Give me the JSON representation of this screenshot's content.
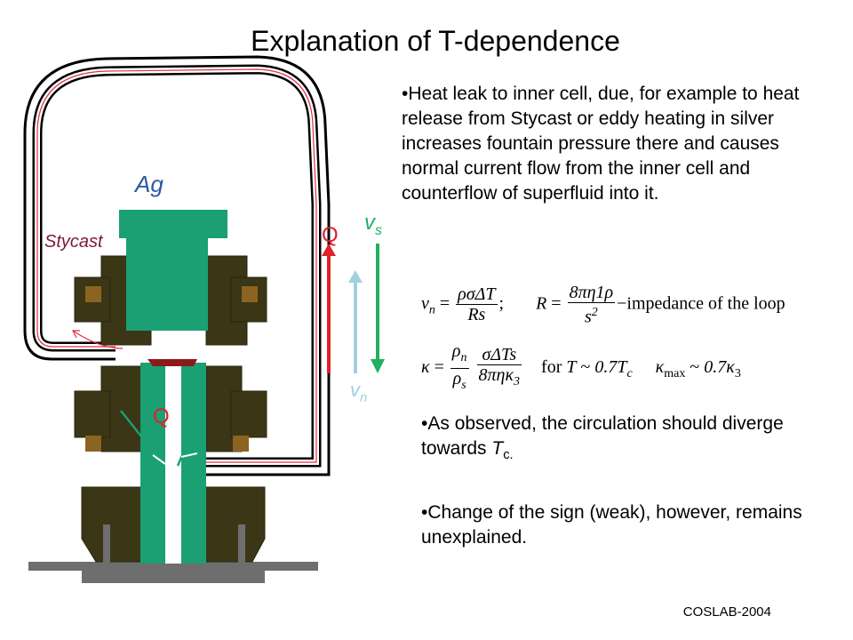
{
  "title": "Explanation of T-dependence",
  "bullets": {
    "b1": "•Heat leak to inner cell, due, for example to heat release from Stycast or eddy heating in silver increases fountain pressure there and causes normal current flow from the inner cell and counterflow of superfluid into it.",
    "b2_prefix": "•As observed, the circulation should diverge towards ",
    "b2_T": "T",
    "b2_sub": "c.",
    "b3": "•Change of the sign (weak), however, remains unexplained."
  },
  "diagram_labels": {
    "ag": "Ag",
    "stycast": "Stycast",
    "q_upper": "Q",
    "q_lower": "Q",
    "vs": "v",
    "vs_sub": "s",
    "vn": "v",
    "vn_sub": "n"
  },
  "equations": {
    "vn_lhs": "v",
    "vn_sub": "n",
    "vn_num": "ρσΔT",
    "vn_den": "Rs",
    "R_lhs": "R",
    "R_num": "8πη1ρ",
    "R_den": "s",
    "R_den_sup": "2",
    "R_text": "−impedance of the loop",
    "kappa_lhs": "κ",
    "kappa_num1": "ρ",
    "kappa_num1_sub": "n",
    "kappa_den1": "ρ",
    "kappa_den1_sub": "s",
    "kappa_num2": "σΔTs",
    "kappa_den2": "8πηκ",
    "kappa_den2_sub": "3",
    "for_text": "for",
    "cond_lhs": "T",
    "cond_rhs": "0.7T",
    "cond_sub": "c",
    "kmax": "κ",
    "kmax_sub": "max",
    "kmax_rhs": "0.7κ",
    "kmax_rhs_sub": "3"
  },
  "footer": "COSLAB-2004",
  "colors": {
    "dark_olive": "#3b3616",
    "bronze": "#8a6420",
    "teal": "#1aa072",
    "q_red": "#e0202a",
    "stycast_text": "#7a1a3a",
    "ag_text": "#2c5aa0",
    "vs_green": "#20b060",
    "vn_blue": "#a0d0e0",
    "maroon": "#8b1a1a",
    "grey": "#6e6e6e"
  }
}
